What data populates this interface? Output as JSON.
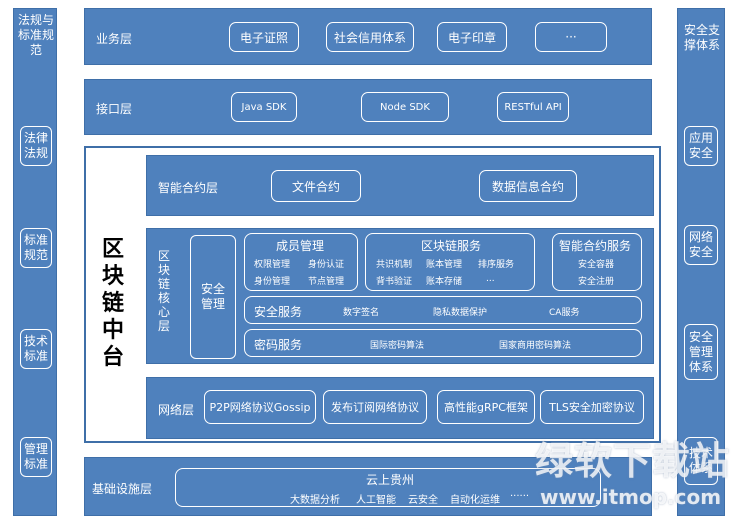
{
  "left_column": {
    "title": "法规与标准规范",
    "items": [
      "法律法规",
      "标准规范",
      "技术标准",
      "管理标准"
    ]
  },
  "right_column": {
    "title": "安全支撑体系",
    "items": [
      "应用安全",
      "网络安全",
      "安全管理体系",
      "技术体系"
    ]
  },
  "business_layer": {
    "label": "业务层",
    "items": [
      "电子证照",
      "社会信用体系",
      "电子印章",
      "···"
    ]
  },
  "interface_layer": {
    "label": "接口层",
    "items": [
      "Java SDK",
      "Node SDK",
      "RESTful API"
    ]
  },
  "blockchain_platform": {
    "title": "区块链中台",
    "smart_contract_layer": {
      "label": "智能合约层",
      "items": [
        "文件合约",
        "数据信息合约"
      ]
    },
    "core_layer": {
      "label": "区块链核心层",
      "security_management": "安全管理",
      "member_management": {
        "title": "成员管理",
        "items": [
          "权限管理",
          "身份认证",
          "身份管理",
          "节点管理"
        ]
      },
      "blockchain_service": {
        "title": "区块链服务",
        "items": [
          "共识机制",
          "账本管理",
          "排序服务",
          "背书验证",
          "账本存储",
          "..."
        ]
      },
      "smart_contract_service": {
        "title": "智能合约服务",
        "items": [
          "安全容器",
          "安全注册"
        ]
      },
      "security_service": {
        "title": "安全服务",
        "items": [
          "数字签名",
          "隐私数据保护",
          "CA服务"
        ]
      },
      "crypto_service": {
        "title": "密码服务",
        "items": [
          "国际密码算法",
          "国家商用密码算法"
        ]
      }
    },
    "network_layer": {
      "label": "网络层",
      "items": [
        "P2P网络协议Gossip",
        "发布订阅网络协议",
        "高性能gRPC框架",
        "TLS安全加密协议"
      ]
    }
  },
  "infrastructure_layer": {
    "label": "基础设施层",
    "title": "云上贵州",
    "items": [
      "大数据分析",
      "人工智能",
      "云安全",
      "自动化运维",
      "······"
    ]
  },
  "watermark": {
    "text": "绿软下载站",
    "url": "www.itmop.com"
  },
  "colors": {
    "layer_fill": "#4f81bd",
    "border": "#3f6fa8",
    "text": "#ffffff",
    "title_text": "#000000"
  }
}
